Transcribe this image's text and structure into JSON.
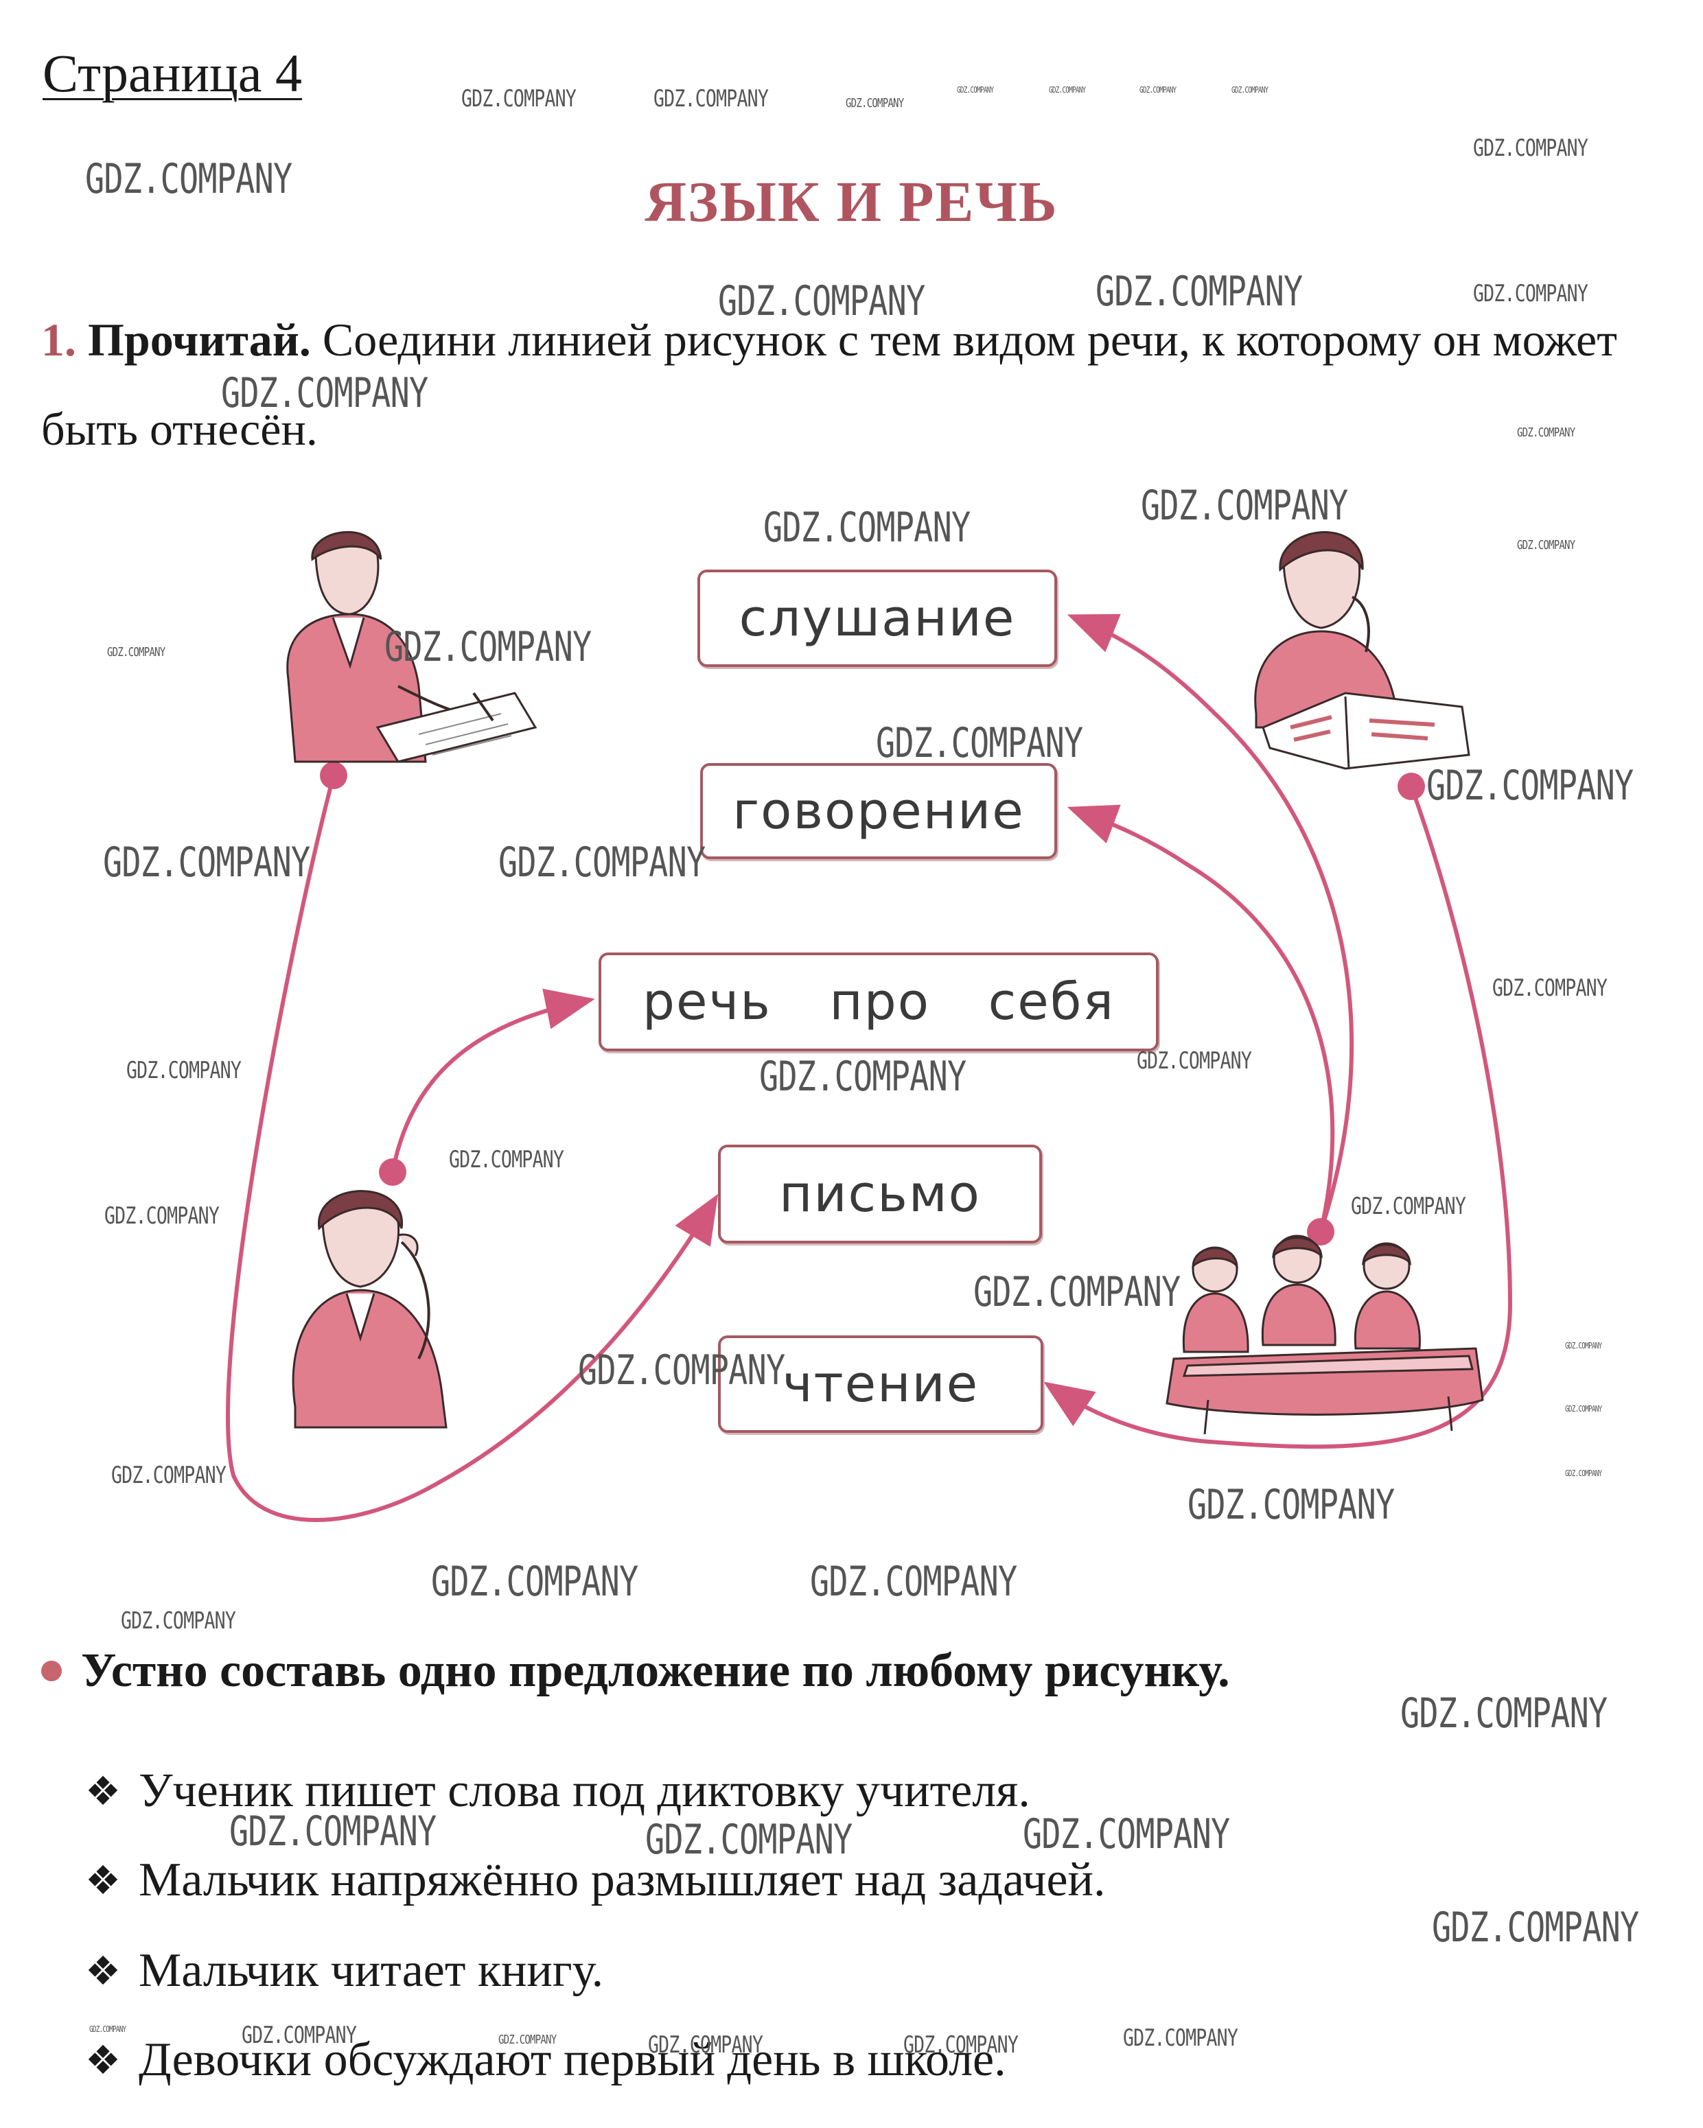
{
  "page_label": "Страница 4",
  "title": "ЯЗЫК И РЕЧЬ",
  "task": {
    "number": "1.",
    "bold": "Прочитай.",
    "text": " Соедини линией рисунок с тем видом речи, к которому он может быть отнесён."
  },
  "speech_types": {
    "listening": "слушание",
    "speaking": "говорение",
    "inner_speech": [
      "речь",
      "про",
      "себя"
    ],
    "writing": "письмо",
    "reading": "чтение"
  },
  "figures": [
    "boy-writing",
    "boy-reading-book",
    "boy-thinking",
    "girls-talking"
  ],
  "colors": {
    "accent": "#b0555f",
    "line": "#d2577c",
    "figure_pink": "#e07e8e",
    "box_border": "#a45a62"
  },
  "question": "Устно составь одно предложение по любому рисунку.",
  "answers": [
    "Ученик пишет слова под диктовку учителя.",
    "Мальчик напряжённо размышляет над задачей.",
    "Мальчик читает книгу.",
    "Девочки обсуждают первый день в школе."
  ],
  "watermark": "GDZ.COMPANY"
}
